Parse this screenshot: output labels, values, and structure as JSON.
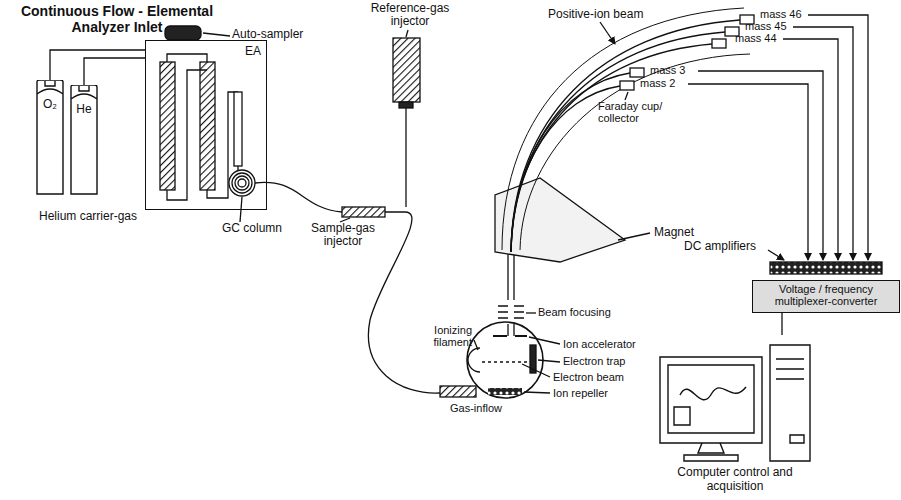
{
  "diagram": {
    "title": "Continuous Flow - Elemental Analyzer Inlet",
    "nodes": [
      {
        "text": [
          "O₂"
        ]
      },
      {
        "text": [
          "He"
        ]
      },
      {
        "text": [
          "EA"
        ]
      },
      {
        "text": [
          "Voltage / frequency multiplexer-converter"
        ]
      },
      {
        "text": [
          "Computer control and acquisition"
        ]
      }
    ],
    "edges": [
      {
        "from": 0,
        "to": 2,
        "arrow": "none"
      },
      {
        "from": 1,
        "to": 2,
        "arrow": "none"
      },
      {
        "from": 3,
        "to": 4,
        "arrow": "none"
      }
    ],
    "labels": [
      "Helium carrier-gas",
      "Auto-sampler",
      "GC column",
      "Sample-gas injector",
      "Reference-gas injector",
      "Positive-ion beam",
      "mass 46",
      "mass 45",
      "mass 44",
      "mass 3",
      "mass 2",
      "Faraday cup/ collector",
      "Magnet",
      "DC amplifiers",
      "Beam focusing",
      "Ionizing filament",
      "Ion accelerator",
      "Electron trap",
      "Electron beam",
      "Ion repeller",
      "Gas-inflow"
    ]
  }
}
